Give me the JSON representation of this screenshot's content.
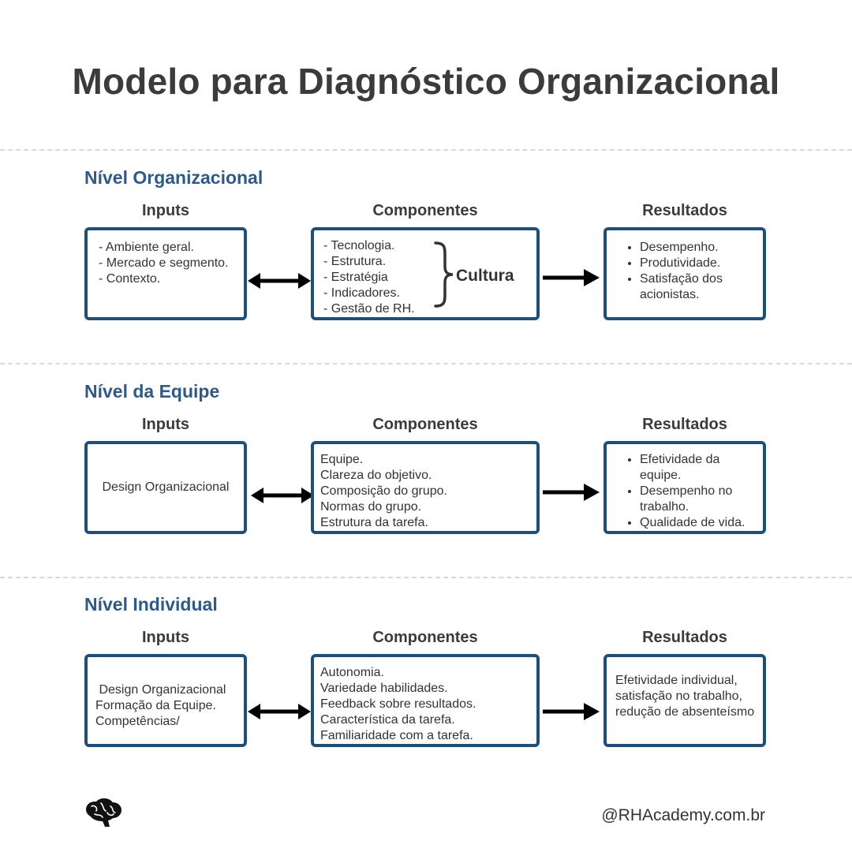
{
  "title": "Modelo para Diagnóstico Organizacional",
  "column_headers": {
    "inputs": "Inputs",
    "components": "Componentes",
    "results": "Resultados"
  },
  "levels": [
    {
      "title": "Nível Organizacional",
      "inputs": [
        "- Ambiente geral.",
        "- Mercado e segmento.",
        "- Contexto."
      ],
      "components": [
        "- Tecnologia.",
        "- Estrutura.",
        "- Estratégia",
        "- Indicadores.",
        "- Gestão de RH."
      ],
      "components_group_label": "Cultura",
      "results": [
        "Desempenho.",
        "Produtividade.",
        "Satisfação dos acionistas."
      ]
    },
    {
      "title": "Nível da Equipe",
      "inputs": [
        "Design Organizacional"
      ],
      "components": [
        "Equipe.",
        "Clareza do objetivo.",
        "Composição do grupo.",
        "Normas do grupo.",
        "Estrutura da tarefa."
      ],
      "results": [
        "Efetividade da equipe.",
        "Desempenho no trabalho.",
        "Qualidade de vida."
      ]
    },
    {
      "title": "Nível Individual",
      "inputs": [
        " Design Organizacional",
        "Formação da Equipe.",
        "Competências/"
      ],
      "components": [
        "Autonomia.",
        "Variedade habilidades.",
        "Feedback sobre resultados.",
        "Característica da tarefa.",
        "Familiaridade com a tarefa."
      ],
      "results_text": "Efetividade individual, satisfação no trabalho, redução de absenteísmo"
    }
  ],
  "footer": {
    "brand": "@RHAcademy.com.br",
    "logo_icon": "brain-icon"
  },
  "colors": {
    "title": "#3b3b3b",
    "level_title": "#2e5a85",
    "box_border": "#1f4e79",
    "divider": "#d9d9d9",
    "arrow": "#000000"
  }
}
